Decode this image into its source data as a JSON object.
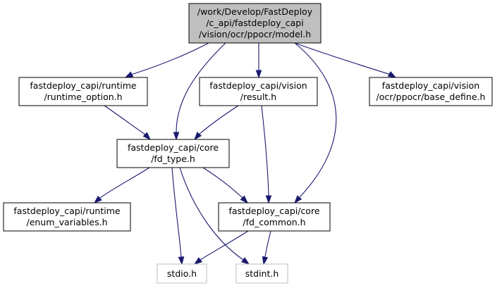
{
  "nodes": {
    "model_h": {
      "lines": [
        "/work/Develop/FastDeploy",
        "/c_api/fastdeploy_capi",
        "/vision/ocr/ppocr/model.h"
      ]
    },
    "runtime_option_h": {
      "lines": [
        "fastdeploy_capi/runtime",
        "/runtime_option.h"
      ]
    },
    "vision_result_h": {
      "lines": [
        "fastdeploy_capi/vision",
        "/result.h"
      ]
    },
    "base_define_h": {
      "lines": [
        "fastdeploy_capi/vision",
        "/ocr/ppocr/base_define.h"
      ]
    },
    "fd_type_h": {
      "lines": [
        "fastdeploy_capi/core",
        "/fd_type.h"
      ]
    },
    "enum_variables_h": {
      "lines": [
        "fastdeploy_capi/runtime",
        "/enum_variables.h"
      ]
    },
    "fd_common_h": {
      "lines": [
        "fastdeploy_capi/core",
        "/fd_common.h"
      ]
    },
    "stdio_h": {
      "lines": [
        "stdio.h"
      ]
    },
    "stdint_h": {
      "lines": [
        "stdint.h"
      ]
    }
  },
  "colors": {
    "edge": "#191970",
    "root_fill": "#bfbfbf",
    "external_border": "#bfbfbf"
  }
}
